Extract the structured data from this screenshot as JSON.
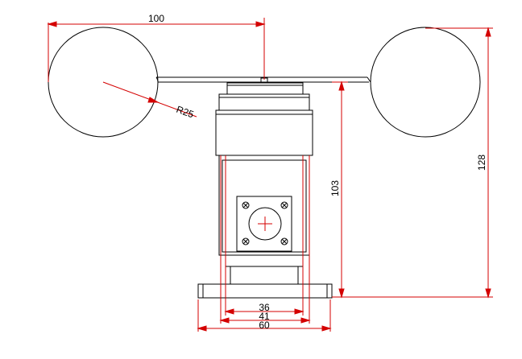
{
  "drawing": {
    "title": "",
    "colors": {
      "outline": "#000000",
      "dimension": "#d40000",
      "background": "#ffffff"
    }
  },
  "dimensions": {
    "arm_span": "100",
    "cup_radius": "R25",
    "body_height": "103",
    "overall_height": "128",
    "width_inner": "36",
    "width_mid": "41",
    "base_width": "60"
  }
}
